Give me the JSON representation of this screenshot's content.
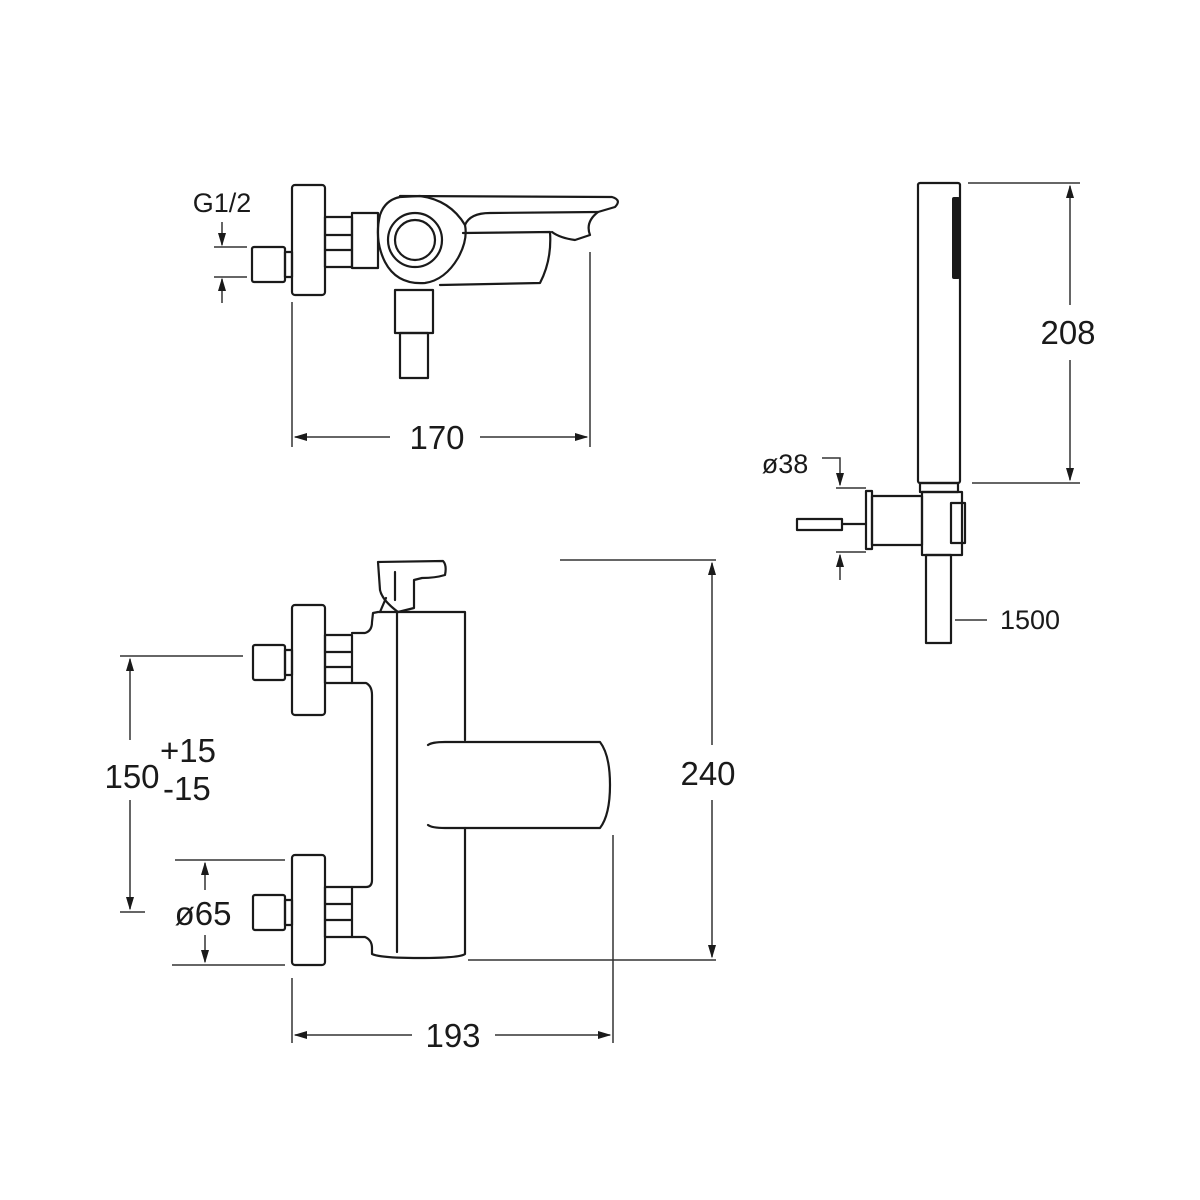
{
  "drawing": {
    "top_view": {
      "thread_label": "G1/2",
      "width_label": "170"
    },
    "hand_shower": {
      "height_label": "208",
      "holder_diameter_label": "ø38",
      "hose_length_label": "1500"
    },
    "front_view": {
      "height_label": "240",
      "width_label": "193",
      "centers_label": "150",
      "centers_tolerance_plus": "+15",
      "centers_tolerance_minus": "-15",
      "flange_diameter_label": "ø65"
    }
  },
  "colors": {
    "line": "#1a1a1a",
    "background": "#ffffff"
  }
}
